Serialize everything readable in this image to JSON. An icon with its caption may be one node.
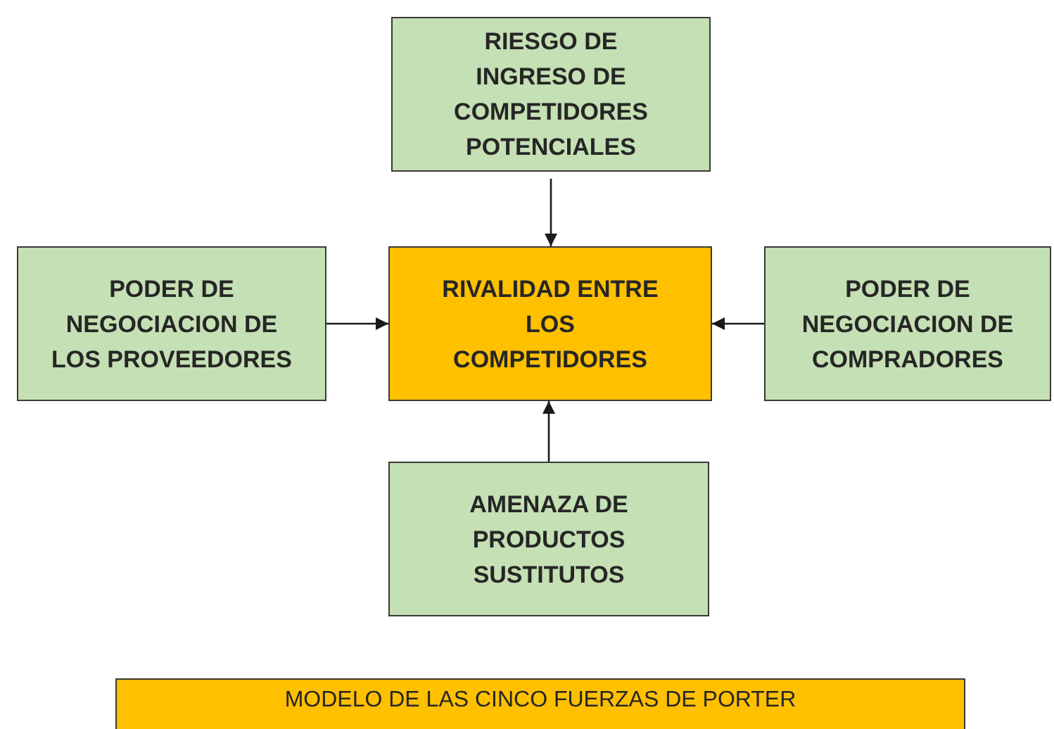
{
  "diagram": {
    "caption": "MODELO DE LAS CINCO FUERZAS DE PORTER",
    "nodes": [
      {
        "text": [
          "RIESGO DE INGRESO DE COMPETIDORES POTENCIALES"
        ]
      },
      {
        "text": [
          "PODER DE NEGOCIACION DE LOS PROVEEDORES"
        ]
      },
      {
        "text": [
          "RIVALIDAD ENTRE LOS COMPETIDORES"
        ]
      },
      {
        "text": [
          "PODER DE NEGOCIACION DE COMPRADORES"
        ]
      },
      {
        "text": [
          "AMENAZA DE PRODUCTOS SUSTITUTOS"
        ]
      }
    ],
    "edges": [
      {
        "from": 0,
        "to": 2,
        "arrow": "to"
      },
      {
        "from": 1,
        "to": 2,
        "arrow": "to"
      },
      {
        "from": 3,
        "to": 2,
        "arrow": "to"
      },
      {
        "from": 4,
        "to": 2,
        "arrow": "to"
      }
    ]
  }
}
